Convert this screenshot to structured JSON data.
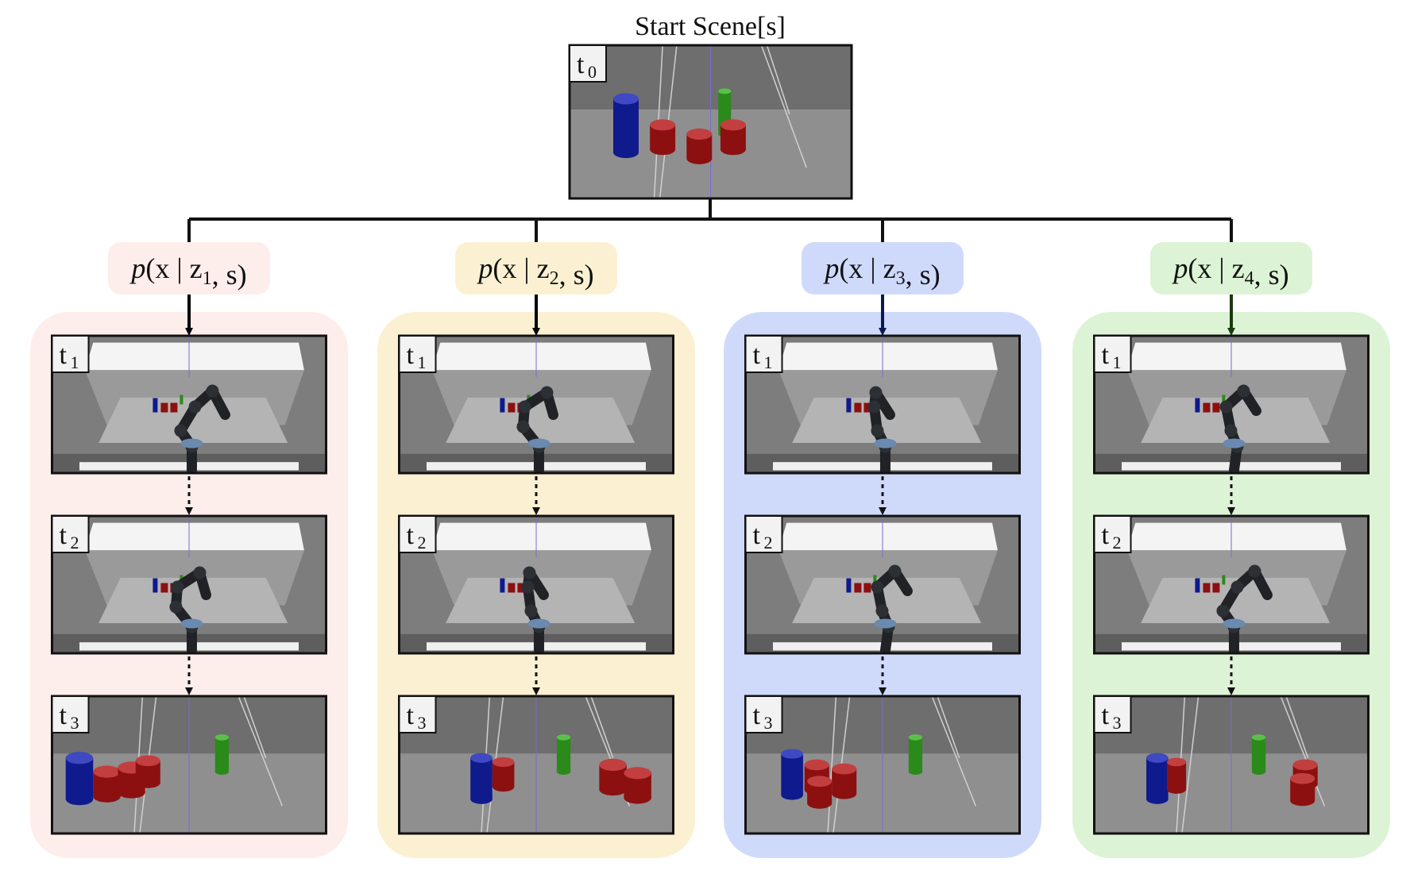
{
  "title": "Start Scene[s]",
  "start_frame": {
    "label_main": "t",
    "label_sub": "0"
  },
  "colors": {
    "branch_fills": [
      "#fdeeeb",
      "#fbf1d2",
      "#cfdafb",
      "#ddf3d5"
    ],
    "arrow_colors": [
      "#000000",
      "#000000",
      "#0a1a4a",
      "#1a3a10"
    ],
    "blue_object": "#0f1a8c",
    "red_object": "#8c1010",
    "green_object": "#2a8a1a"
  },
  "branches": [
    {
      "formula": {
        "p": "p",
        "open": "(x",
        "bar": "|",
        "z": "z",
        "z_sub": "1",
        "close": ", s)"
      },
      "frames": [
        {
          "label_main": "t",
          "label_sub": "1",
          "kind": "robot"
        },
        {
          "label_main": "t",
          "label_sub": "2",
          "kind": "robot"
        },
        {
          "label_main": "t",
          "label_sub": "3",
          "kind": "objects"
        }
      ]
    },
    {
      "formula": {
        "p": "p",
        "open": "(x",
        "bar": "|",
        "z": "z",
        "z_sub": "2",
        "close": ", s)"
      },
      "frames": [
        {
          "label_main": "t",
          "label_sub": "1",
          "kind": "robot"
        },
        {
          "label_main": "t",
          "label_sub": "2",
          "kind": "robot"
        },
        {
          "label_main": "t",
          "label_sub": "3",
          "kind": "objects"
        }
      ]
    },
    {
      "formula": {
        "p": "p",
        "open": "(x",
        "bar": "|",
        "z": "z",
        "z_sub": "3",
        "close": ", s)"
      },
      "frames": [
        {
          "label_main": "t",
          "label_sub": "1",
          "kind": "robot"
        },
        {
          "label_main": "t",
          "label_sub": "2",
          "kind": "robot"
        },
        {
          "label_main": "t",
          "label_sub": "3",
          "kind": "objects"
        }
      ]
    },
    {
      "formula": {
        "p": "p",
        "open": "(x",
        "bar": "|",
        "z": "z",
        "z_sub": "4",
        "close": ", s)"
      },
      "frames": [
        {
          "label_main": "t",
          "label_sub": "1",
          "kind": "robot"
        },
        {
          "label_main": "t",
          "label_sub": "2",
          "kind": "robot"
        },
        {
          "label_main": "t",
          "label_sub": "3",
          "kind": "objects"
        }
      ]
    }
  ]
}
